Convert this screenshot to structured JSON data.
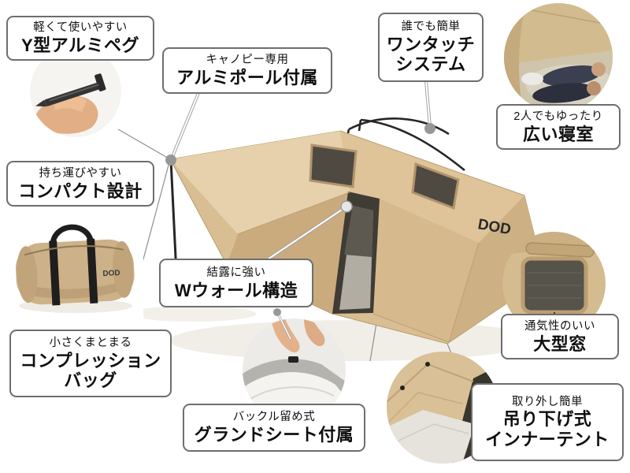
{
  "tent": {
    "logo": "DOD"
  },
  "colors": {
    "tent_tan": "#d9be94",
    "canopy_light": "#e6d1ac",
    "door_dark": "#3f3b35",
    "leader_gray": "#979797",
    "border_gray": "#6e6e6e"
  },
  "callouts": {
    "peg": {
      "sub": "軽くて使いやすい",
      "title": "Y型アルミペグ"
    },
    "pole": {
      "sub": "キャノピー専用",
      "title": "アルミポール付属"
    },
    "onetouch": {
      "sub": "誰でも簡単",
      "title": "ワンタッチ",
      "title2": "システム"
    },
    "bedroom": {
      "sub": "2人でもゆったり",
      "title": "広い寝室"
    },
    "compact": {
      "sub": "持ち運びやすい",
      "title": "コンパクト設計"
    },
    "compression": {
      "sub": "小さくまとまる",
      "title": "コンプレッション",
      "title2": "バッグ"
    },
    "wwall": {
      "sub": "結露に強い",
      "title": "Wウォール構造"
    },
    "groundsheet": {
      "sub": "バックル留め式",
      "title": "グランドシート付属"
    },
    "window": {
      "sub": "通気性のいい",
      "title": "大型窓"
    },
    "inner": {
      "sub": "取り外し簡単",
      "title": "吊り下げ式",
      "title2": "インナーテント"
    }
  }
}
